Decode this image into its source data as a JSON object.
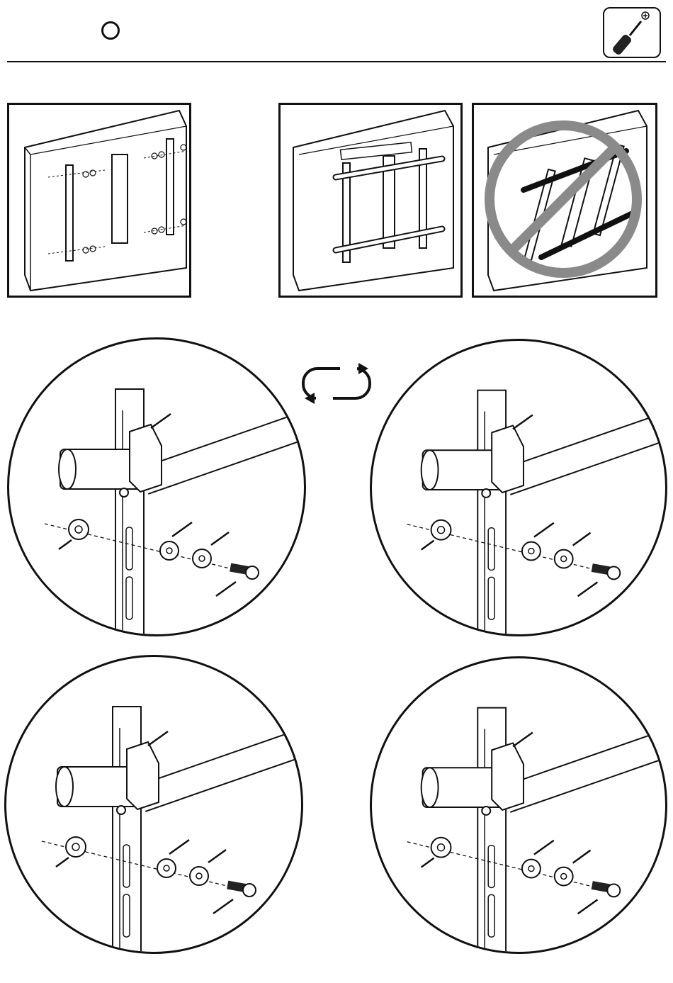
{
  "header": {
    "step_marker_icon": "circle-outline",
    "tool_icon": "phillips-screwdriver-icon"
  },
  "overview_panels": [
    {
      "name": "exploded-view",
      "icon": "exploded-bracket-assembly"
    },
    {
      "name": "assembled-correct",
      "icon": "assembled-bracket-assembly"
    },
    {
      "name": "assembled-incorrect",
      "icon": "prohibited-orientation"
    }
  ],
  "rotate_icon": "rotate-arrows-icon",
  "details": [
    {
      "name": "detail-top-left",
      "icon": "bracket-hardware-stack"
    },
    {
      "name": "detail-top-right",
      "icon": "bracket-hardware-stack"
    },
    {
      "name": "detail-bottom-left",
      "icon": "bracket-hardware-stack"
    },
    {
      "name": "detail-bottom-right",
      "icon": "bracket-hardware-stack"
    }
  ],
  "colors": {
    "line": "#111111",
    "prohibit": "#8a8a8a",
    "background": "#ffffff"
  }
}
